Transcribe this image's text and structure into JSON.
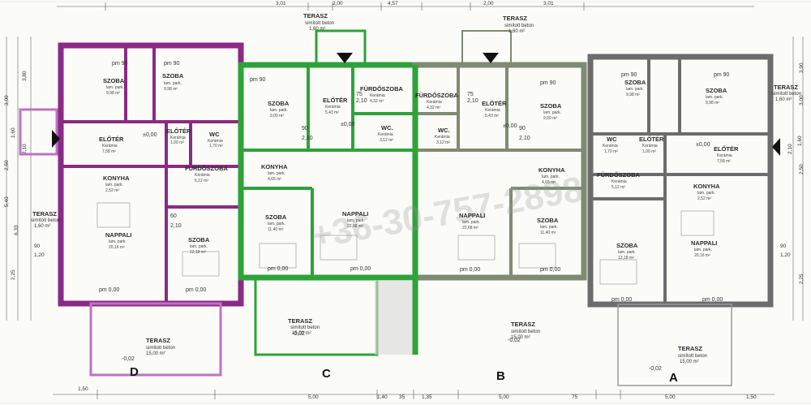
{
  "units": [
    "D",
    "C",
    "B",
    "A"
  ],
  "watermark": "+36-30-757-2898",
  "colors": {
    "D": "#8a2a86",
    "C": "#2fa23a",
    "B": "#7f8a72",
    "A": "#6c6c6c"
  },
  "top_dims": [
    "3,01",
    "2,00",
    "4,57",
    "2,00",
    "3,01"
  ],
  "bottom_dims": [
    "1,50",
    "5,00",
    "1,40",
    "35",
    "1,35",
    "5,00",
    "75",
    "5,00",
    "1,50"
  ],
  "terrace_top_left": {
    "title": "TERASZ",
    "sub": "simított beton",
    "area": "1,60 m²"
  },
  "terrace_top_right": {
    "title": "TERASZ",
    "sub": "simított beton",
    "area": "1,60 m²"
  },
  "terrace_D_side": {
    "title": "TERASZ",
    "sub": "simított beton",
    "area": "1,60 m²"
  },
  "terrace_A_side": {
    "title": "TERASZ",
    "sub": "simított beton",
    "area": "1,60 m²"
  },
  "terrace_D_front": {
    "title": "TERASZ",
    "sub": "simított beton",
    "area": "15,00 m²"
  },
  "terrace_C_front": {
    "title": "TERASZ",
    "sub": "simított beton",
    "area": "15,00 m²"
  },
  "terrace_B_front": {
    "title": "TERASZ",
    "sub": "simított beton",
    "area": "15,00 m²"
  },
  "terrace_A_front": {
    "title": "TERASZ",
    "sub": "simított beton",
    "area": "15,00 m²"
  },
  "rooms": [
    {
      "id": "D1",
      "name": "SZOBA",
      "mat": "lam. park.",
      "area": "9,98 m²"
    },
    {
      "id": "D2",
      "name": "SZOBA",
      "mat": "lam. park.",
      "area": "9,98 m²"
    },
    {
      "id": "D3",
      "name": "ELŐTÉR",
      "mat": "Kerámia",
      "area": "7,58 m²"
    },
    {
      "id": "D4",
      "name": "ELŐTÉR",
      "mat": "Kerámia",
      "area": "1,00 m²"
    },
    {
      "id": "D5",
      "name": "WC",
      "mat": "Kerámia",
      "area": "1,70 m²"
    },
    {
      "id": "D6",
      "name": "FÜRDŐSZOBA",
      "mat": "Kerámia",
      "area": "5,12 m²"
    },
    {
      "id": "D7",
      "name": "KONYHA",
      "mat": "lam. park.",
      "area": "2,52 m²"
    },
    {
      "id": "D8",
      "name": "NAPPALI",
      "mat": "lam. park.",
      "area": "20,16 m²"
    },
    {
      "id": "D9",
      "name": "SZOBA",
      "mat": "lam. park.",
      "area": "12,18 m²"
    },
    {
      "id": "C1",
      "name": "SZOBA",
      "mat": "lam. park.",
      "area": "9,00 m²"
    },
    {
      "id": "C2",
      "name": "ELŐTÉR",
      "mat": "Kerámia",
      "area": "5,43 m²"
    },
    {
      "id": "C3",
      "name": "FÜRDŐSZOBA",
      "mat": "Kerámia",
      "area": "4,32 m²"
    },
    {
      "id": "C4",
      "name": "WC.",
      "mat": "Kerámia",
      "area": "3,12 m²"
    },
    {
      "id": "C5",
      "name": "KONYHA",
      "mat": "lam. park.",
      "area": "4,65 m²"
    },
    {
      "id": "C6",
      "name": "SZOBA",
      "mat": "lam. park.",
      "area": "11,40 m²"
    },
    {
      "id": "C7",
      "name": "NAPPALI",
      "mat": "lam. park.",
      "area": "22,68 m²"
    },
    {
      "id": "B1",
      "name": "FÜRDŐSZOBA",
      "mat": "Kerámia",
      "area": "4,32 m²"
    },
    {
      "id": "B2",
      "name": "ELŐTÉR",
      "mat": "Kerámia",
      "area": "5,43 m²"
    },
    {
      "id": "B3",
      "name": "SZOBA",
      "mat": "lam. park.",
      "area": "9,00 m²"
    },
    {
      "id": "B4",
      "name": "WC.",
      "mat": "Kerámia",
      "area": "3,12 m²"
    },
    {
      "id": "B5",
      "name": "KONYHA",
      "mat": "lam. park.",
      "area": "4,65 m²"
    },
    {
      "id": "B6",
      "name": "NAPPALI",
      "mat": "lam. park.",
      "area": "22,68 m²"
    },
    {
      "id": "B7",
      "name": "SZOBA",
      "mat": "lam. park.",
      "area": "11,40 m²"
    },
    {
      "id": "A1",
      "name": "SZOBA",
      "mat": "lam. park.",
      "area": "9,98 m²"
    },
    {
      "id": "A2",
      "name": "SZOBA",
      "mat": "lam. park.",
      "area": "9,98 m²"
    },
    {
      "id": "A3",
      "name": "WC",
      "mat": "Kerámia",
      "area": "1,70 m²"
    },
    {
      "id": "A4",
      "name": "ELŐTÉR",
      "mat": "Kerámia",
      "area": "1,00 m²"
    },
    {
      "id": "A5",
      "name": "ELŐTÉR",
      "mat": "Kerámia",
      "area": "7,58 m²"
    },
    {
      "id": "A6",
      "name": "FÜRDŐSZOBA",
      "mat": "Kerámia",
      "area": "5,12 m²"
    },
    {
      "id": "A7",
      "name": "KONYHA",
      "mat": "lam. park.",
      "area": "2,52 m²"
    },
    {
      "id": "A8",
      "name": "SZOBA",
      "mat": "lam. park.",
      "area": "12,18 m²"
    },
    {
      "id": "A9",
      "name": "NAPPALI",
      "mat": "lam. park.",
      "area": "20,16 m²"
    }
  ],
  "level_labels": [
    "pm 90",
    "pm 90",
    "pm 90",
    "pm 90",
    "pm 90",
    "pm 90",
    "±0,00",
    "±0,00",
    "±0,00",
    "±0,00",
    "pm 0,00",
    "pm 0,00",
    "pm 0,00",
    "pm 0,00",
    "pm 0,00",
    "pm 0,00",
    "pm 0,00",
    "pm 0,00",
    "-0,02",
    "-0,02",
    "-0,02",
    "-0,02"
  ],
  "door_labels": [
    "90",
    "2,10",
    "75",
    "2,10",
    "60",
    "2,10",
    "75",
    "2,10",
    "90",
    "2,10"
  ],
  "left_dims": [
    "1,60",
    "2,10",
    "3,00",
    "3,80",
    "2,50",
    "5,40",
    "6,33",
    "1,20",
    "90",
    "2,25"
  ],
  "right_dims": [
    "1,60",
    "2,10",
    "3,00",
    "3,90",
    "2,50",
    "1,20",
    "90",
    "2,25"
  ]
}
